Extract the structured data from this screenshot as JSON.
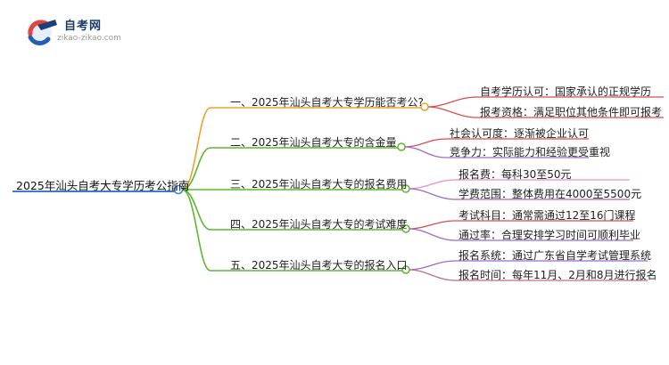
{
  "logo": {
    "title": "自考网",
    "url": "zikao-zikao.com"
  },
  "root": "2025年汕头自考大专学历考公指南",
  "branches": [
    {
      "label": "一、2025年汕头自考大专学历能否考公?",
      "color": "#f0a030",
      "children": [
        "自考学历认可：国家承认的正规学历",
        "报考资格：满足职位其他条件即可报考"
      ],
      "child_colors": [
        "#d94c4c",
        "#d94c4c"
      ]
    },
    {
      "label": "二、2025年汕头自考大专的含金量",
      "color": "#5cb82e",
      "children": [
        "社会认可度：逐渐被企业认可",
        "竞争力：实际能力和经验更受重视"
      ],
      "child_colors": [
        "#d94c4c",
        "#9b6cc9"
      ]
    },
    {
      "label": "三、2025年汕头自考大专的报名费用",
      "color": "#5cb82e",
      "children": [
        "报名费：每科30至50元",
        "学费范围：整体费用在4000至5500元"
      ],
      "child_colors": [
        "#f08cc8",
        "#9b6cc9"
      ]
    },
    {
      "label": "四、2025年汕头自考大专的考试难度",
      "color": "#5cb82e",
      "children": [
        "考试科目：通常需通过12至16门课程",
        "通过率：合理安排学习时间可顺利毕业"
      ],
      "child_colors": [
        "#d94c4c",
        "#9b6cc9"
      ]
    },
    {
      "label": "五、2025年汕头自考大专的报名入口",
      "color": "#5cb82e",
      "children": [
        "报名系统：通过广东省自学考试管理系统",
        "报名时间：每年11月、2月和8月进行报名"
      ],
      "child_colors": [
        "#9b6cc9",
        "#c06c8c"
      ]
    }
  ],
  "colors": {
    "root_line": "#3a7dc9"
  }
}
